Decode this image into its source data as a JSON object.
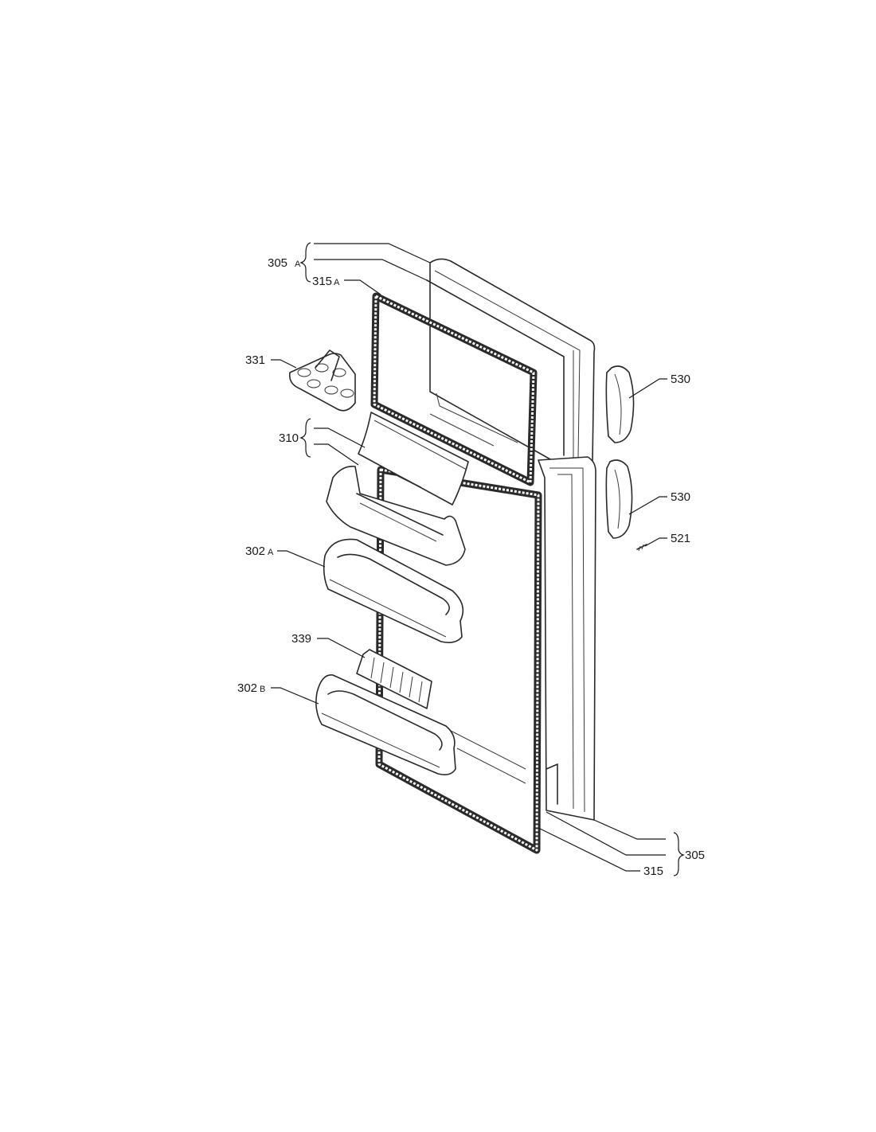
{
  "labels": {
    "freezer_door": "305",
    "freezer_door_suffix": "A",
    "freezer_gasket": "315",
    "freezer_gasket_suffix": "A",
    "egg_tray": "331",
    "dairy_cover": "310",
    "bottle_shelf_a": "302",
    "bottle_shelf_a_suffix": "A",
    "bottle_divider": "339",
    "bottle_shelf_b": "302",
    "bottle_shelf_b_suffix": "B",
    "handle_top": "530",
    "handle_bottom": "530",
    "screw": "521",
    "fridge_door": "305",
    "fridge_gasket": "315"
  }
}
